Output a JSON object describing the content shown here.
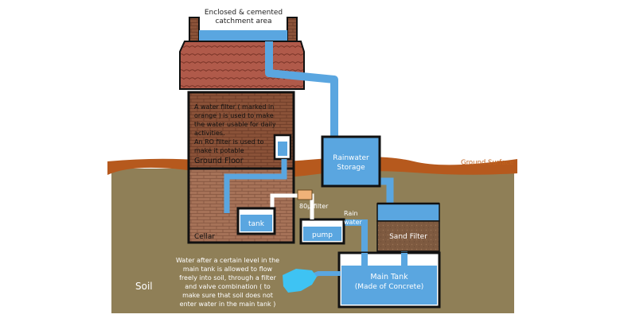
{
  "labels": {
    "catchment_line1": "Enclosed & cemented",
    "catchment_line2": "catchment area",
    "ground_surface": "Ground Surface",
    "filter_note": [
      "A water filter ( marked in",
      "orange ) is used to make",
      "the water usable for daily",
      "activities.",
      "An RO filter is used to",
      "make it potable"
    ],
    "ground_floor": "Ground Floor",
    "cellar": "Cellar",
    "tank": "tank",
    "filter_80": "80μ filter",
    "rain_water_line1": "Rain",
    "rain_water_line2": "water",
    "pump": "pump",
    "rainwater_storage_line1": "Rainwater",
    "rainwater_storage_line2": "Storage",
    "sand_filter": "Sand Filter",
    "main_tank_line1": "Main Tank",
    "main_tank_line2": "(Made of Concrete)",
    "soil": "Soil",
    "overflow_note": [
      "Water after a certain level in the",
      "main tank is allowed to flow",
      "freely into soil, through a filter",
      "and valve combination ( to",
      "make sure that soil does not",
      "enter water in the main tank )"
    ]
  },
  "colors": {
    "water": "#5aa6e0",
    "soil": "#8f7f57",
    "ground_surface": "#b6591d",
    "brick": "#8a5238",
    "roof": "#b05a4a",
    "filter_orange": "#f0b278",
    "sand": "#7e5a40"
  }
}
